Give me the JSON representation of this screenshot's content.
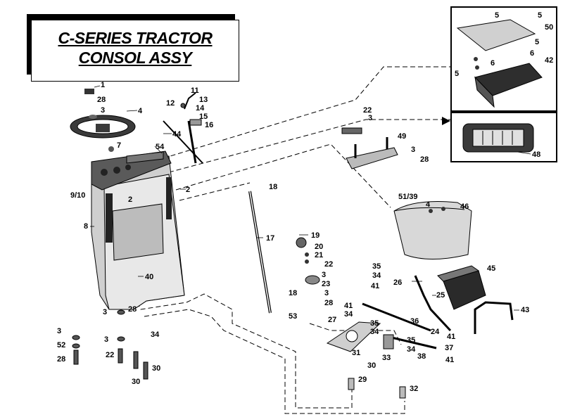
{
  "title": {
    "line1": "C-SERIES TRACTOR",
    "line2": "CONSOL ASSY"
  },
  "callouts": [
    {
      "id": "c1",
      "text": "1"
    },
    {
      "id": "c2",
      "text": "28"
    },
    {
      "id": "c3",
      "text": "3"
    },
    {
      "id": "c4",
      "text": "4"
    },
    {
      "id": "c5",
      "text": "7"
    },
    {
      "id": "c6",
      "text": "54"
    },
    {
      "id": "c7",
      "text": "44"
    },
    {
      "id": "c8",
      "text": "11"
    },
    {
      "id": "c9",
      "text": "12"
    },
    {
      "id": "c10",
      "text": "13"
    },
    {
      "id": "c11",
      "text": "14"
    },
    {
      "id": "c12",
      "text": "15"
    },
    {
      "id": "c13",
      "text": "16"
    },
    {
      "id": "c14",
      "text": "9/10"
    },
    {
      "id": "c15",
      "text": "2"
    },
    {
      "id": "c16",
      "text": "2"
    },
    {
      "id": "c17",
      "text": "8"
    },
    {
      "id": "c18",
      "text": "40"
    },
    {
      "id": "c19",
      "text": "3"
    },
    {
      "id": "c20",
      "text": "28"
    },
    {
      "id": "c21",
      "text": "3"
    },
    {
      "id": "c22",
      "text": "52"
    },
    {
      "id": "c23",
      "text": "28"
    },
    {
      "id": "c24",
      "text": "3"
    },
    {
      "id": "c25",
      "text": "22"
    },
    {
      "id": "c26",
      "text": "34"
    },
    {
      "id": "c27",
      "text": "30"
    },
    {
      "id": "c28",
      "text": "30"
    },
    {
      "id": "c29",
      "text": "18"
    },
    {
      "id": "c30",
      "text": "17"
    },
    {
      "id": "c31",
      "text": "18"
    },
    {
      "id": "c32",
      "text": "53"
    },
    {
      "id": "c33",
      "text": "19"
    },
    {
      "id": "c34",
      "text": "20"
    },
    {
      "id": "c35",
      "text": "21"
    },
    {
      "id": "c36",
      "text": "22"
    },
    {
      "id": "c37",
      "text": "3"
    },
    {
      "id": "c38",
      "text": "23"
    },
    {
      "id": "c39",
      "text": "3"
    },
    {
      "id": "c40",
      "text": "28"
    },
    {
      "id": "c41",
      "text": "22"
    },
    {
      "id": "c42",
      "text": "3"
    },
    {
      "id": "c43",
      "text": "49"
    },
    {
      "id": "c44",
      "text": "3"
    },
    {
      "id": "c45",
      "text": "28"
    },
    {
      "id": "c46",
      "text": "51/39"
    },
    {
      "id": "c47",
      "text": "4"
    },
    {
      "id": "c48",
      "text": "46"
    },
    {
      "id": "c49",
      "text": "35"
    },
    {
      "id": "c50",
      "text": "34"
    },
    {
      "id": "c51",
      "text": "41"
    },
    {
      "id": "c52",
      "text": "26"
    },
    {
      "id": "c53",
      "text": "25"
    },
    {
      "id": "c54",
      "text": "45"
    },
    {
      "id": "c55",
      "text": "41"
    },
    {
      "id": "c56",
      "text": "34"
    },
    {
      "id": "c57",
      "text": "36"
    },
    {
      "id": "c58",
      "text": "27"
    },
    {
      "id": "c59",
      "text": "35"
    },
    {
      "id": "c60",
      "text": "34"
    },
    {
      "id": "c61",
      "text": "24"
    },
    {
      "id": "c62",
      "text": "41"
    },
    {
      "id": "c63",
      "text": "43"
    },
    {
      "id": "c64",
      "text": "31"
    },
    {
      "id": "c65",
      "text": "35"
    },
    {
      "id": "c66",
      "text": "34"
    },
    {
      "id": "c67",
      "text": "37"
    },
    {
      "id": "c68",
      "text": "33"
    },
    {
      "id": "c69",
      "text": "38"
    },
    {
      "id": "c70",
      "text": "41"
    },
    {
      "id": "c71",
      "text": "30"
    },
    {
      "id": "c72",
      "text": "29"
    },
    {
      "id": "c73",
      "text": "32"
    },
    {
      "id": "c74",
      "text": "5"
    },
    {
      "id": "c75",
      "text": "5"
    },
    {
      "id": "c76",
      "text": "50"
    },
    {
      "id": "c77",
      "text": "5"
    },
    {
      "id": "c78",
      "text": "6"
    },
    {
      "id": "c79",
      "text": "42"
    },
    {
      "id": "c80",
      "text": "5"
    },
    {
      "id": "c81",
      "text": "6"
    },
    {
      "id": "c82",
      "text": "48"
    }
  ]
}
